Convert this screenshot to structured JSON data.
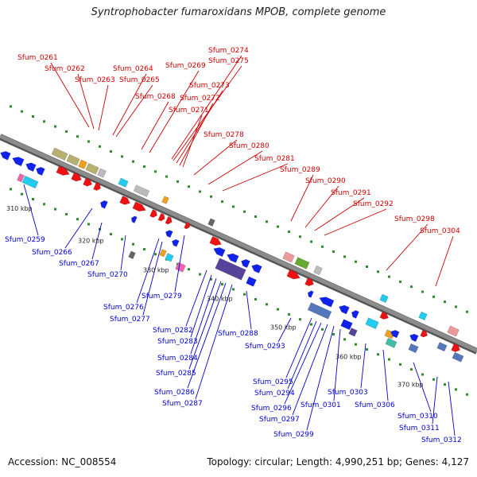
{
  "title": "Syntrophobacter fumaroxidans MPOB, complete genome",
  "footer": {
    "accession": "Accession: NC_008554",
    "summary": "Topology: circular; Length: 4,990,251 bp; Genes: 4,127"
  },
  "colors": {
    "top_label": "#cc0000",
    "bottom_label": "#0000cc",
    "backbone": "#8c8c8c",
    "tick_dot": "#2e8b2e",
    "red": "#ee1111",
    "blue": "#1122ee",
    "olive": "#b8b070",
    "orange": "#f0a020",
    "cyan": "#22ccee",
    "gray": "#bbbbbb",
    "pink": "#ee66aa",
    "rose": "#ee9999",
    "green": "#66aa33",
    "purple": "#554499",
    "darkgray": "#666666",
    "steelblue": "#5577bb",
    "teal": "#44bbaa"
  },
  "kbp_ticks": [
    "310 kbp",
    "320 kbp",
    "330 kbp",
    "340 kbp",
    "350 kbp",
    "360 kbp",
    "370 kbp"
  ],
  "top_genes": [
    "Sfum_0261",
    "Sfum_0262",
    "Sfum_0263",
    "Sfum_0264",
    "Sfum_0265",
    "Sfum_0268",
    "Sfum_0269",
    "Sfum_0274",
    "Sfum_0275",
    "Sfum_0273",
    "Sfum_0272",
    "Sfum_0271",
    "Sfum_0278",
    "Sfum_0280",
    "Sfum_0281",
    "Sfum_0289",
    "Sfum_0290",
    "Sfum_0291",
    "Sfum_0292",
    "Sfum_0298",
    "Sfum_0304"
  ],
  "bottom_genes": [
    "Sfum_0259",
    "Sfum_0266",
    "Sfum_0267",
    "Sfum_0270",
    "Sfum_0276",
    "Sfum_0277",
    "Sfum_0279",
    "Sfum_0282",
    "Sfum_0283",
    "Sfum_0284",
    "Sfum_0285",
    "Sfum_0286",
    "Sfum_0287",
    "Sfum_0288",
    "Sfum_0293",
    "Sfum_0295",
    "Sfum_0294",
    "Sfum_0296",
    "Sfum_0297",
    "Sfum_0299",
    "Sfum_0301",
    "Sfum_0303",
    "Sfum_0306",
    "Sfum_0310",
    "Sfum_0311",
    "Sfum_0312"
  ]
}
